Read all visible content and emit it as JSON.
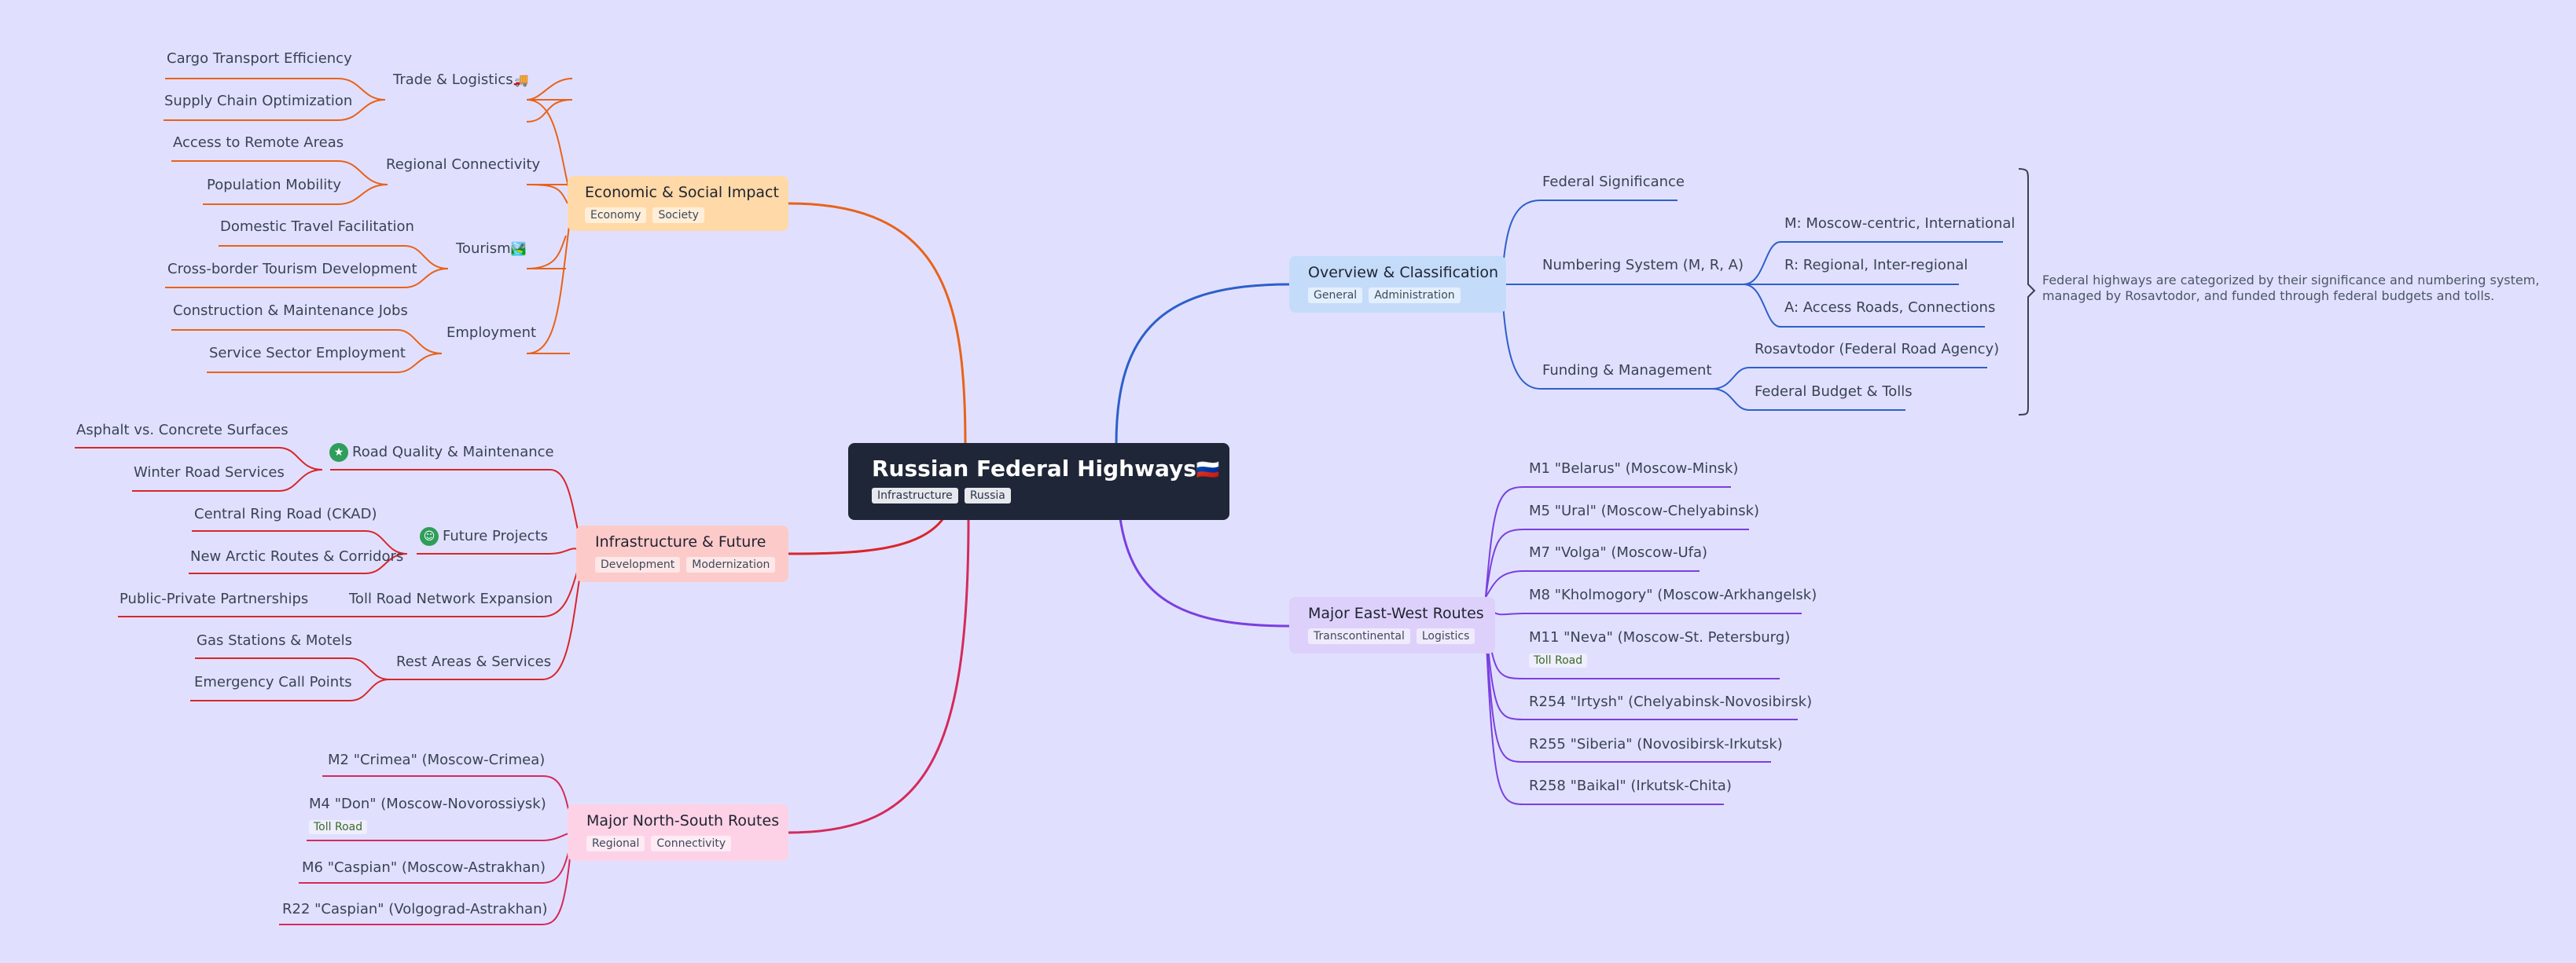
{
  "root": {
    "title": "Russian Federal Highways",
    "flag": "🇷🇺",
    "tags": [
      "Infrastructure",
      "Russia"
    ]
  },
  "branches": {
    "overview": {
      "title": "Overview & Classification",
      "tags": [
        "General",
        "Administration"
      ],
      "color": "#2d5fcb",
      "items": [
        "Federal Significance",
        "Numbering System (M, R, A)",
        "Funding & Management"
      ],
      "numbering": [
        "M: Moscow-centric, International",
        "R: Regional, Inter-regional",
        "A: Access Roads, Connections"
      ],
      "funding": [
        "Rosavtodor (Federal Road Agency)",
        "Federal Budget & Tolls"
      ],
      "summary": "Federal highways are categorized by their significance and numbering system, managed by Rosavtodor, and funded through federal budgets and tolls."
    },
    "eastwest": {
      "title": "Major East-West Routes",
      "tags": [
        "Transcontinental",
        "Logistics"
      ],
      "color": "#7b3fe0",
      "routes": [
        "M1 \"Belarus\" (Moscow-Minsk)",
        "M5 \"Ural\" (Moscow-Chelyabinsk)",
        "M7 \"Volga\" (Moscow-Ufa)",
        "M8 \"Kholmogory\" (Moscow-Arkhangelsk)",
        "M11 \"Neva\" (Moscow-St. Petersburg)",
        "R254 \"Irtysh\" (Chelyabinsk-Novosibirsk)",
        "R255 \"Siberia\" (Novosibirsk-Irkutsk)",
        "R258 \"Baikal\" (Irkutsk-Chita)"
      ],
      "m11_tag": "Toll Road"
    },
    "economic": {
      "title": "Economic & Social Impact",
      "tags": [
        "Economy",
        "Society"
      ],
      "color": "#e8621a",
      "trade": "Trade & Logistics",
      "trade_emoji": "🚚",
      "trade_items": [
        "Cargo Transport Efficiency",
        "Supply Chain Optimization"
      ],
      "regional": "Regional Connectivity",
      "regional_items": [
        "Access to Remote Areas",
        "Population Mobility"
      ],
      "tourism": "Tourism",
      "tourism_emoji": "🏞️",
      "tourism_items": [
        "Domestic Travel Facilitation",
        "Cross-border Tourism Development"
      ],
      "employment": "Employment",
      "employment_items": [
        "Construction & Maintenance Jobs",
        "Service Sector Employment"
      ]
    },
    "infrastructure": {
      "title": "Infrastructure & Future",
      "tags": [
        "Development",
        "Modernization"
      ],
      "color": "#d8262b",
      "road_quality": "Road Quality & Maintenance",
      "road_quality_icon": "★",
      "road_quality_items": [
        "Asphalt vs. Concrete Surfaces",
        "Winter Road Services"
      ],
      "future": "Future Projects",
      "future_icon": "☺",
      "future_items": [
        "Central Ring Road (CKAD)",
        "New Arctic Routes & Corridors"
      ],
      "toll": "Toll Road Network Expansion",
      "toll_items": [
        "Public-Private Partnerships"
      ],
      "rest": "Rest Areas & Services",
      "rest_items": [
        "Gas Stations & Motels",
        "Emergency Call Points"
      ]
    },
    "northsouth": {
      "title": "Major North-South Routes",
      "tags": [
        "Regional",
        "Connectivity"
      ],
      "color": "#d42a5c",
      "routes": [
        "M2 \"Crimea\" (Moscow-Crimea)",
        "M4 \"Don\" (Moscow-Novorossiysk)",
        "M6 \"Caspian\" (Moscow-Astrakhan)",
        "R22 \"Caspian\" (Volgograd-Astrakhan)"
      ],
      "m4_tag": "Toll Road"
    }
  },
  "colors": {
    "background": "#e0e0fe",
    "root": "#1f2637",
    "overview_fill": "#c4dcfa",
    "eastwest_fill": "#ddd1fb",
    "economic_fill": "#ffd9a8",
    "infrastructure_fill": "#fdcaca",
    "northsouth_fill": "#fdd2e6"
  }
}
